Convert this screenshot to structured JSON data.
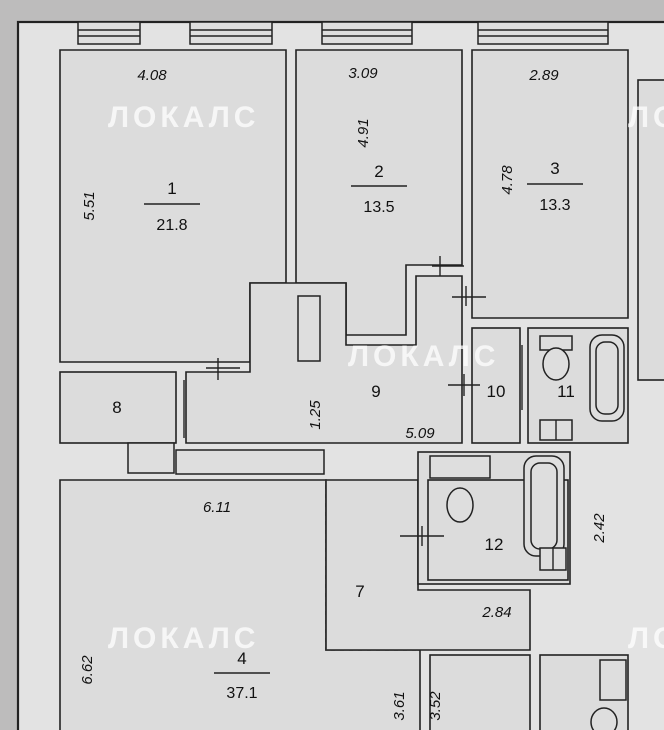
{
  "watermark": "ЛОКАЛС",
  "rooms": [
    {
      "number": "1",
      "area": "21.8"
    },
    {
      "number": "2",
      "area": "13.5"
    },
    {
      "number": "3",
      "area": "13.3"
    },
    {
      "number": "4",
      "area": "37.1"
    },
    {
      "number": "7"
    },
    {
      "number": "8"
    },
    {
      "number": "9"
    },
    {
      "number": "10"
    },
    {
      "number": "11"
    },
    {
      "number": "12"
    }
  ],
  "dimensions": [
    "4.08",
    "3.09",
    "2.89",
    "5.51",
    "4.91",
    "4.78",
    "1.25",
    "5.09",
    "6.11",
    "2.42",
    "2.84",
    "6.62",
    "3.61",
    "3.52"
  ]
}
